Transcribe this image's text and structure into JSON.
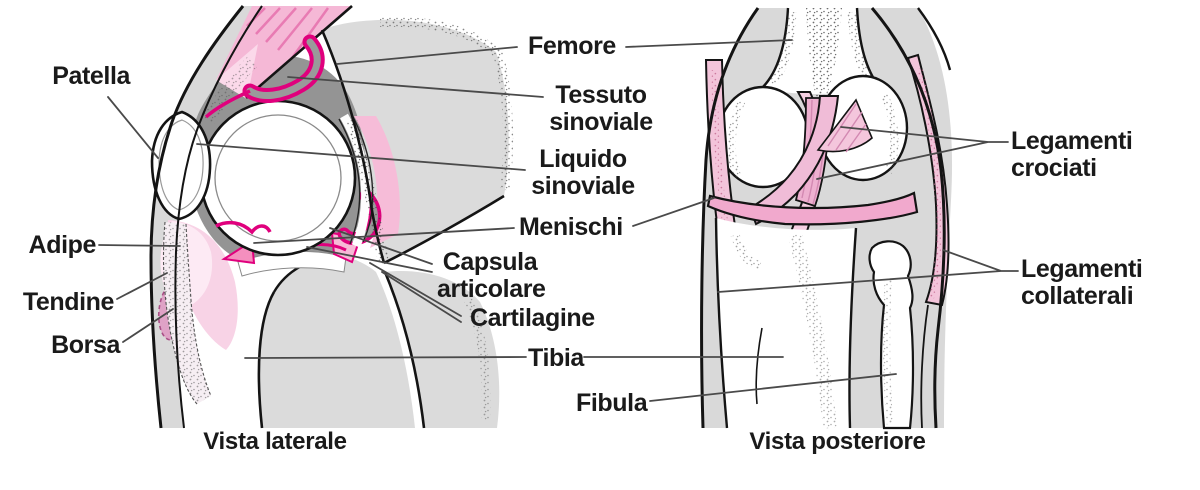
{
  "lateral_panel": {
    "caption": "Vista laterale",
    "labels": {
      "patella": "Patella",
      "adipe": "Adipe",
      "tendine": "Tendine",
      "borsa": "Borsa"
    }
  },
  "posterior_panel": {
    "caption": "Vista posteriore",
    "labels": {
      "legamenti_crociati": "Legamenti\ncrociati",
      "legamenti_collaterali": "Legamenti\ncollaterali"
    }
  },
  "shared_labels": {
    "femore": "Femore",
    "tessuto_sinoviale": "Tessuto\nsinoviale",
    "liquido_sinoviale": "Liquido\nsinoviale",
    "menischi": "Menischi",
    "capsula_articolare": "Capsula\narticolare",
    "cartilagine": "Cartilagine",
    "tibia": "Tibia",
    "fibula": "Fibula"
  },
  "colors": {
    "background": "#ffffff",
    "outline_black": "#141414",
    "skin_gray": "#d9d9d9",
    "cavity_gray": "#949494",
    "synovial_magenta": "#e0007d",
    "ligament_pink": "#f3c4da",
    "muscle_pink": "#f5b8d6",
    "light_pink": "#f8d3e6",
    "fat_pad_pink": "#fdeaf4",
    "bursa_pink": "#dfa2c6",
    "leader_line": "#4a4a4a",
    "text": "#1a1a1a"
  }
}
